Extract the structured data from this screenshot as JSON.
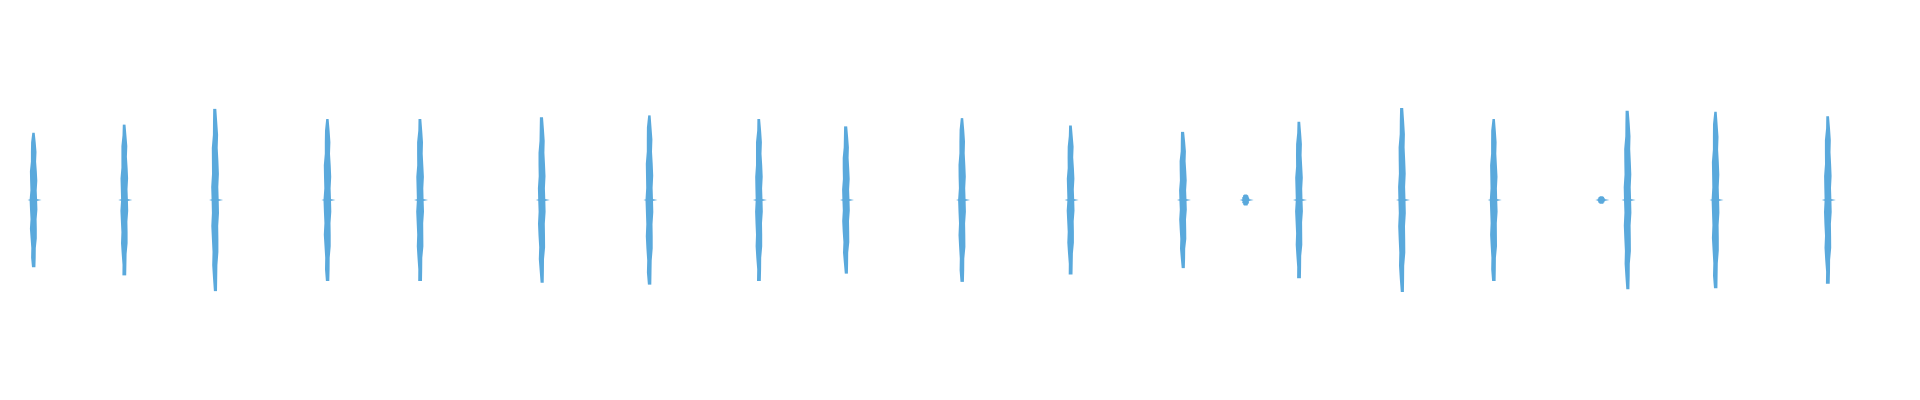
{
  "waveform": {
    "color": "#5aa9dc",
    "background": "#ffffff",
    "max_amplitude": 1.0,
    "pulses": [
      {
        "position": 0.0115,
        "amplitude": 0.73
      },
      {
        "position": 0.06,
        "amplitude": 0.82
      },
      {
        "position": 0.1085,
        "amplitude": 0.99
      },
      {
        "position": 0.1685,
        "amplitude": 0.88
      },
      {
        "position": 0.218,
        "amplitude": 0.88
      },
      {
        "position": 0.283,
        "amplitude": 0.9
      },
      {
        "position": 0.3405,
        "amplitude": 0.92
      },
      {
        "position": 0.399,
        "amplitude": 0.88
      },
      {
        "position": 0.4455,
        "amplitude": 0.8
      },
      {
        "position": 0.5075,
        "amplitude": 0.89
      },
      {
        "position": 0.5655,
        "amplitude": 0.81
      },
      {
        "position": 0.6255,
        "amplitude": 0.74
      },
      {
        "position": 0.659,
        "amplitude": 0.06
      },
      {
        "position": 0.6875,
        "amplitude": 0.85
      },
      {
        "position": 0.7425,
        "amplitude": 1.0
      },
      {
        "position": 0.7915,
        "amplitude": 0.88
      },
      {
        "position": 0.849,
        "amplitude": 0.04
      },
      {
        "position": 0.863,
        "amplitude": 0.97
      },
      {
        "position": 0.91,
        "amplitude": 0.96
      },
      {
        "position": 0.97,
        "amplitude": 0.91
      }
    ]
  }
}
